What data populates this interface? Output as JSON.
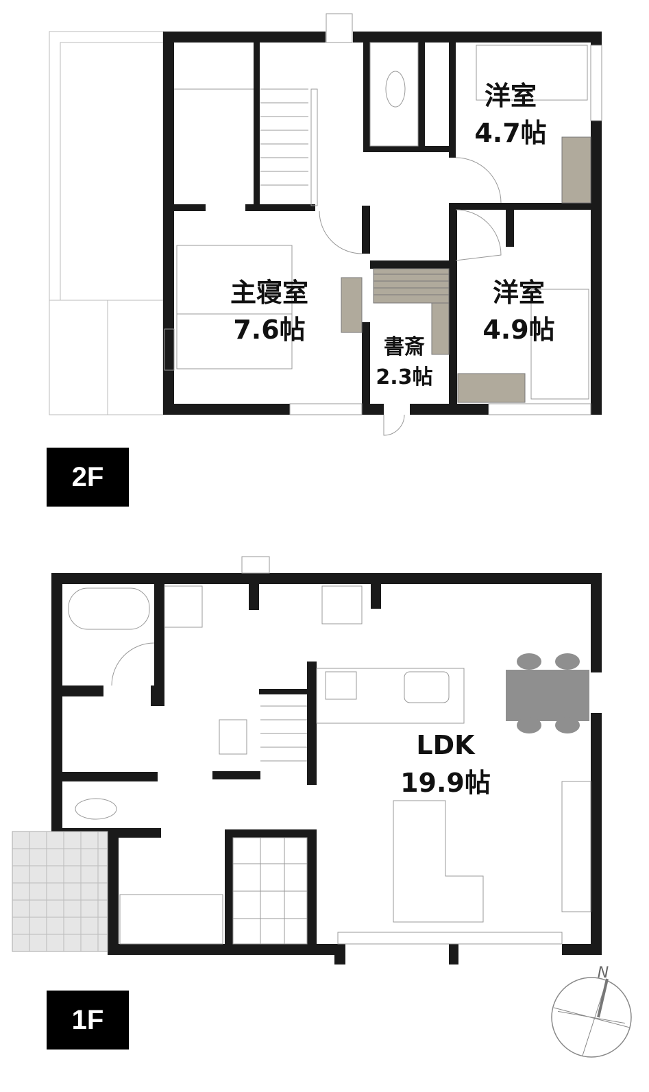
{
  "floors": [
    {
      "label": "2F",
      "rooms": [
        {
          "name": "洋室",
          "size": "4.7帖"
        },
        {
          "name": "主寝室",
          "size": "7.6帖"
        },
        {
          "name": "洋室",
          "size": "4.9帖"
        },
        {
          "name": "書斎",
          "size": "2.3帖"
        }
      ]
    },
    {
      "label": "1F",
      "rooms": [
        {
          "name": "LDK",
          "size": "19.9帖"
        }
      ]
    }
  ],
  "compass": {
    "label": "N"
  },
  "colors": {
    "wall": "#1a1a1a",
    "furniture": "#b0aa9c",
    "table": "#8f8f8f",
    "tile": "#e6e6e6"
  }
}
